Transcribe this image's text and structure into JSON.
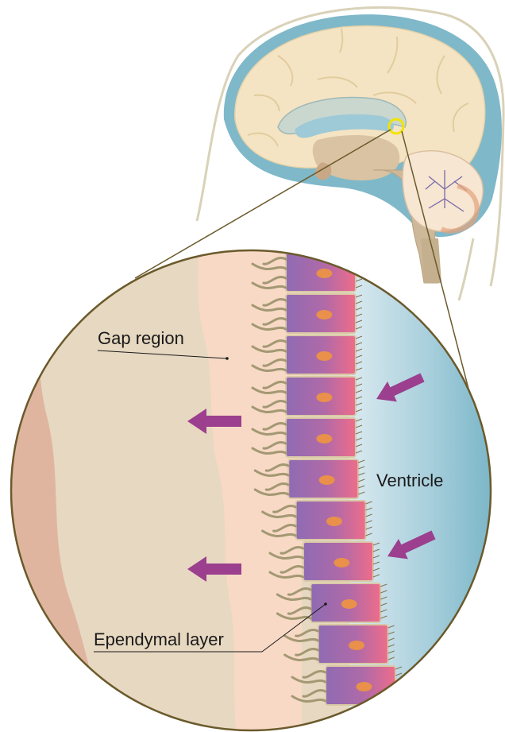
{
  "labels": {
    "gap_region": "Gap region",
    "ventricle": "Ventricle",
    "ependymal_layer": "Ependymal layer"
  },
  "colors": {
    "csf_blue": "#7fb8c9",
    "brain_cream": "#f3e3c4",
    "tissue_beige": "#e7d7c0",
    "gap_peach": "#f7d9c5",
    "cell_purple": "#9a6bb0",
    "cell_pink": "#e06a8e",
    "nucleus_orange": "#e9904a",
    "arrow_purple": "#9b3f8e",
    "outline": "#6b5a2b"
  }
}
